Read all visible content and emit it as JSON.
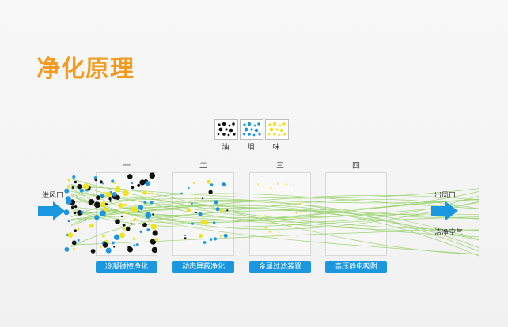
{
  "title": "净化原理",
  "legend": [
    {
      "label": "油",
      "color": "#111111"
    },
    {
      "label": "烟",
      "color": "#1a97de"
    },
    {
      "label": "味",
      "color": "#f1e21b"
    }
  ],
  "inlet_label": "进风口",
  "outlet_label": "出风口",
  "clean_air_label": "洁净空气",
  "stages": [
    {
      "number": "一",
      "label": "冷凝碰撞净化"
    },
    {
      "number": "二",
      "label": "动态屏蔽净化"
    },
    {
      "number": "三",
      "label": "金属过滤装置"
    },
    {
      "number": "四",
      "label": "高压静电吸附"
    }
  ],
  "colors": {
    "accent": "#f39a1f",
    "arrow_blue": "#1a97de",
    "flow_green": "#8dcf5b",
    "particle_black": "#111111",
    "particle_blue": "#1a97de",
    "particle_yellow": "#f1e21b"
  }
}
